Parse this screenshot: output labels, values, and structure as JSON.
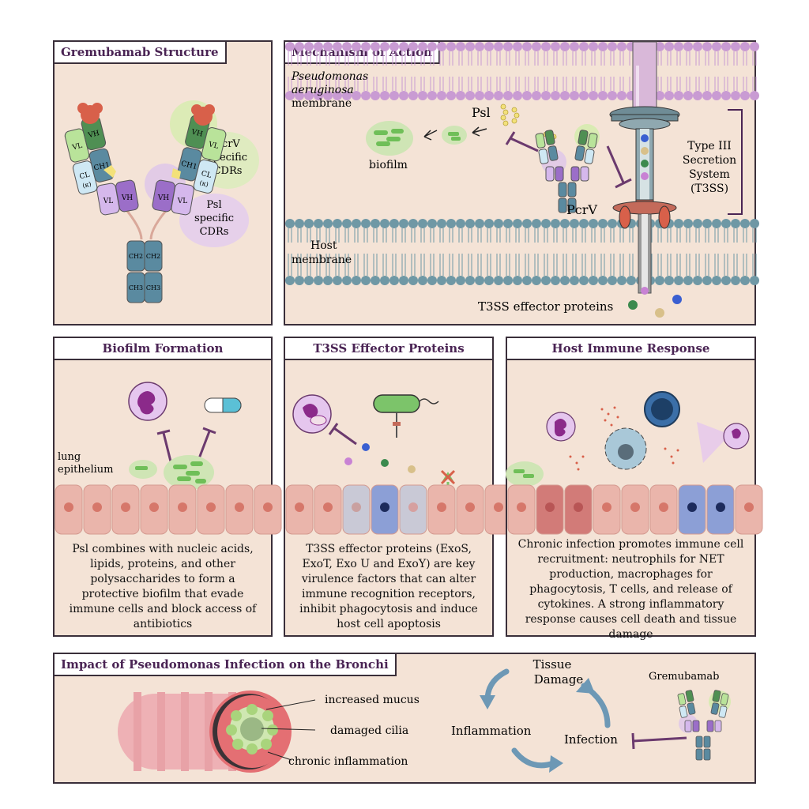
{
  "panels": {
    "structure": {
      "title": "Gremubamab Structure",
      "pcrv_bubble": [
        "PcrV",
        "specific",
        "CDRs"
      ],
      "psl_bubble": [
        "Psl",
        "specific",
        "CDRs"
      ],
      "domains": {
        "vl": "VL",
        "vh": "VH",
        "cl": "CL",
        "kappa": "(κ)",
        "ch1": "CH1",
        "ch2": "CH2",
        "ch3": "CH3"
      }
    },
    "mechanism": {
      "title": "Mechanism of Action",
      "pseudomonas_label": [
        "Pseudomonas",
        "aeruginosa"
      ],
      "membrane_word": "membrane",
      "psl": "Psl",
      "biofilm": "biofilm",
      "t3ss_label": [
        "Type III",
        "Secretion",
        "System",
        "(T3SS)"
      ],
      "pcrv": "PcrV",
      "host_label": [
        "Host",
        "membrane"
      ],
      "effectors": "T3SS effector proteins"
    },
    "biofilm": {
      "title": "Biofilm Formation",
      "lung_label": [
        "lung",
        "epithelium"
      ],
      "text": [
        "Psl combines with nucleic acids,",
        "lipids, proteins, and other",
        "polysaccharides  to form a",
        "protective biofilm that evade",
        "immune cells and block access of",
        "antibiotics"
      ]
    },
    "effectors": {
      "title": "T3SS Effector Proteins",
      "text": [
        "T3SS effector proteins (ExoS,",
        "ExoT, Exo U and ExoY) are key",
        "virulence factors that can alter",
        "immune recognition receptors,",
        "inhibit phagocytosis and induce",
        "host cell apoptosis"
      ]
    },
    "immune": {
      "title": "Host Immune Response",
      "text": [
        "Chronic infection promotes immune cell",
        "recruitment: neutrophils for NET",
        "production, macrophages for",
        "phagocytosis, T cells, and release of",
        "cytokines. A strong inflammatory",
        "response causes cell death and tissue",
        "damage"
      ]
    },
    "impact": {
      "title": "Impact of Pseudomonas Infection on the Bronchi",
      "mucus": "increased mucus",
      "cilia": "damaged cilia",
      "chronic": "chronic inflammation",
      "tissue_damage": [
        "Tissue",
        "Damage"
      ],
      "inflammation": "Inflammation",
      "infection": "Infection",
      "gremubamab": "Gremubamab"
    }
  },
  "colors": {
    "panel_bg": "#f4e3d6",
    "title_text": "#4a2454",
    "inhibitor": "#6b3a6e",
    "teal": "#5a8aa0",
    "green": "#7cc46a",
    "purple": "#b58ed6",
    "membrane_purple": "#c99bd3",
    "membrane_teal": "#6f98a5",
    "cell_pink": "#eab5ab"
  }
}
